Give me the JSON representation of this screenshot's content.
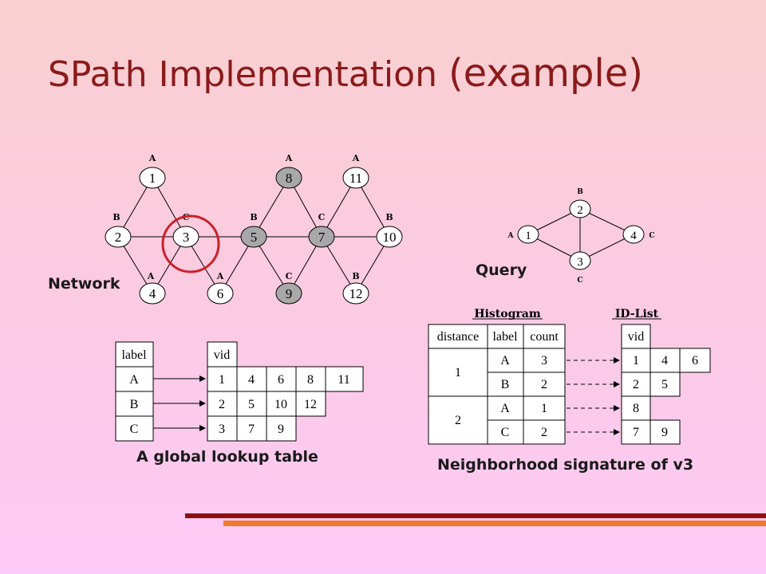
{
  "title": {
    "main": "SPath Implementation ",
    "paren": "(example)"
  },
  "captions": {
    "network": "Network",
    "query": "Query",
    "lookup": "A global lookup table",
    "signature": "Neighborhood signature of v3"
  },
  "network": {
    "nodes": [
      {
        "id": "1",
        "label": "A",
        "shaded": false
      },
      {
        "id": "2",
        "label": "B",
        "shaded": false
      },
      {
        "id": "3",
        "label": "C",
        "shaded": false
      },
      {
        "id": "4",
        "label": "A",
        "shaded": false
      },
      {
        "id": "6",
        "label": "A",
        "shaded": false
      },
      {
        "id": "5",
        "label": "B",
        "shaded": true
      },
      {
        "id": "7",
        "label": "C",
        "shaded": true
      },
      {
        "id": "8",
        "label": "A",
        "shaded": true
      },
      {
        "id": "9",
        "label": "C",
        "shaded": true
      },
      {
        "id": "11",
        "label": "A",
        "shaded": false
      },
      {
        "id": "10",
        "label": "B",
        "shaded": false
      },
      {
        "id": "12",
        "label": "B",
        "shaded": false
      }
    ]
  },
  "query": {
    "nodes": [
      {
        "id": "1",
        "label": "A"
      },
      {
        "id": "2",
        "label": "B"
      },
      {
        "id": "3",
        "label": "C"
      },
      {
        "id": "4",
        "label": "C"
      }
    ]
  },
  "lookup": {
    "label_header": "label",
    "vid_header": "vid",
    "rows": [
      {
        "label": "A",
        "vids": [
          "1",
          "4",
          "6",
          "8",
          "11"
        ]
      },
      {
        "label": "B",
        "vids": [
          "2",
          "5",
          "10",
          "12"
        ]
      },
      {
        "label": "C",
        "vids": [
          "3",
          "7",
          "9"
        ]
      }
    ]
  },
  "histogram": {
    "title": "Histogram",
    "headers": [
      "distance",
      "label",
      "count"
    ],
    "groups": [
      {
        "distance": "1",
        "rows": [
          {
            "label": "A",
            "count": "3"
          },
          {
            "label": "B",
            "count": "2"
          }
        ]
      },
      {
        "distance": "2",
        "rows": [
          {
            "label": "A",
            "count": "1"
          },
          {
            "label": "C",
            "count": "2"
          }
        ]
      }
    ]
  },
  "idlist": {
    "title": "ID-List",
    "header": "vid",
    "rows": [
      [
        "1",
        "4",
        "6"
      ],
      [
        "2",
        "5"
      ],
      [
        "8"
      ],
      [
        "7",
        "9"
      ]
    ]
  },
  "colors": {
    "title": "#8b1a1a",
    "highlight": "#cc1f2a",
    "shaded_node": "#a8a8a8",
    "accent_dark": "#8b1111",
    "accent_orange": "#f07a2a"
  }
}
